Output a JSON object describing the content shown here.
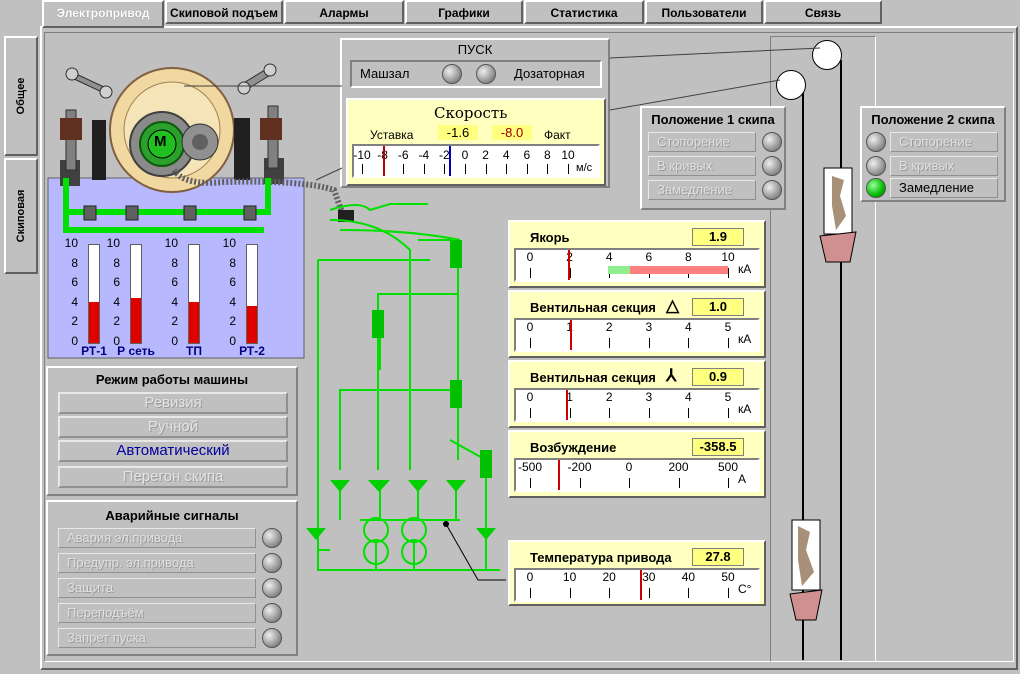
{
  "tabs": [
    "Электропривод",
    "Скиповой подъем",
    "Алармы",
    "Графики",
    "Статистика",
    "Пользователи",
    "Связь"
  ],
  "side_tabs": [
    "Общее",
    "Скиповая"
  ],
  "start_panel": {
    "title": "ПУСК",
    "left_label": "Машзал",
    "right_label": "Дозаторная"
  },
  "speed": {
    "title": "Скорость",
    "setpoint_label": "Уставка",
    "setpoint": "-1.6",
    "actual": "-8.0",
    "actual_label": "Факт",
    "unit": "м/с",
    "ticks": [
      "-10",
      "-8",
      "-6",
      "-4",
      "-2",
      "0",
      "2",
      "4",
      "6",
      "8",
      "10"
    ]
  },
  "motor_label": "M",
  "gauges": {
    "ticks": [
      "10",
      "8",
      "6",
      "4",
      "2",
      "0"
    ],
    "items": [
      {
        "label": "РТ-1",
        "level": 0.42
      },
      {
        "label": "Р сеть",
        "level": 0.46
      },
      {
        "label": "ТП",
        "level": 0.42
      },
      {
        "label": "РТ-2",
        "level": 0.38
      }
    ]
  },
  "mode_panel": {
    "title": "Режим работы машины",
    "items": [
      "Ревизия",
      "Ручной",
      "Автоматический",
      "Перегон скипа"
    ],
    "active": 2
  },
  "alarm_panel": {
    "title": "Аварийные сигналы",
    "items": [
      "Авария эл.привода",
      "Предупр. эл.привода",
      "Защита",
      "Переподъём",
      "Запрет пуска"
    ]
  },
  "skip1": {
    "title": "Положение 1 скипа",
    "items": [
      "Стопорение",
      "В кривых",
      "Замедление"
    ]
  },
  "skip2": {
    "title": "Положение 2 скипа",
    "items": [
      "Стопорение",
      "В кривых",
      "Замедление"
    ],
    "active": 2
  },
  "meters": [
    {
      "title": "Якорь",
      "value": "1.9",
      "ticks": [
        "0",
        "2",
        "4",
        "6",
        "8",
        "10"
      ],
      "unit": "кА"
    },
    {
      "title": "Вентильная секция",
      "symbol": "△",
      "value": "1.0",
      "ticks": [
        "0",
        "1",
        "2",
        "3",
        "4",
        "5"
      ],
      "unit": "кА"
    },
    {
      "title": "Вентильная секция",
      "symbol": "⅄",
      "value": "0.9",
      "ticks": [
        "0",
        "1",
        "2",
        "3",
        "4",
        "5"
      ],
      "unit": "кА"
    },
    {
      "title": "Возбуждение",
      "value": "-358.5",
      "ticks": [
        "-500",
        "-200",
        "0",
        "200",
        "500"
      ],
      "unit": "А"
    },
    {
      "title": "Температура привода",
      "value": "27.8",
      "ticks": [
        "0",
        "10",
        "20",
        "30",
        "40",
        "50"
      ],
      "unit": "С°"
    }
  ]
}
